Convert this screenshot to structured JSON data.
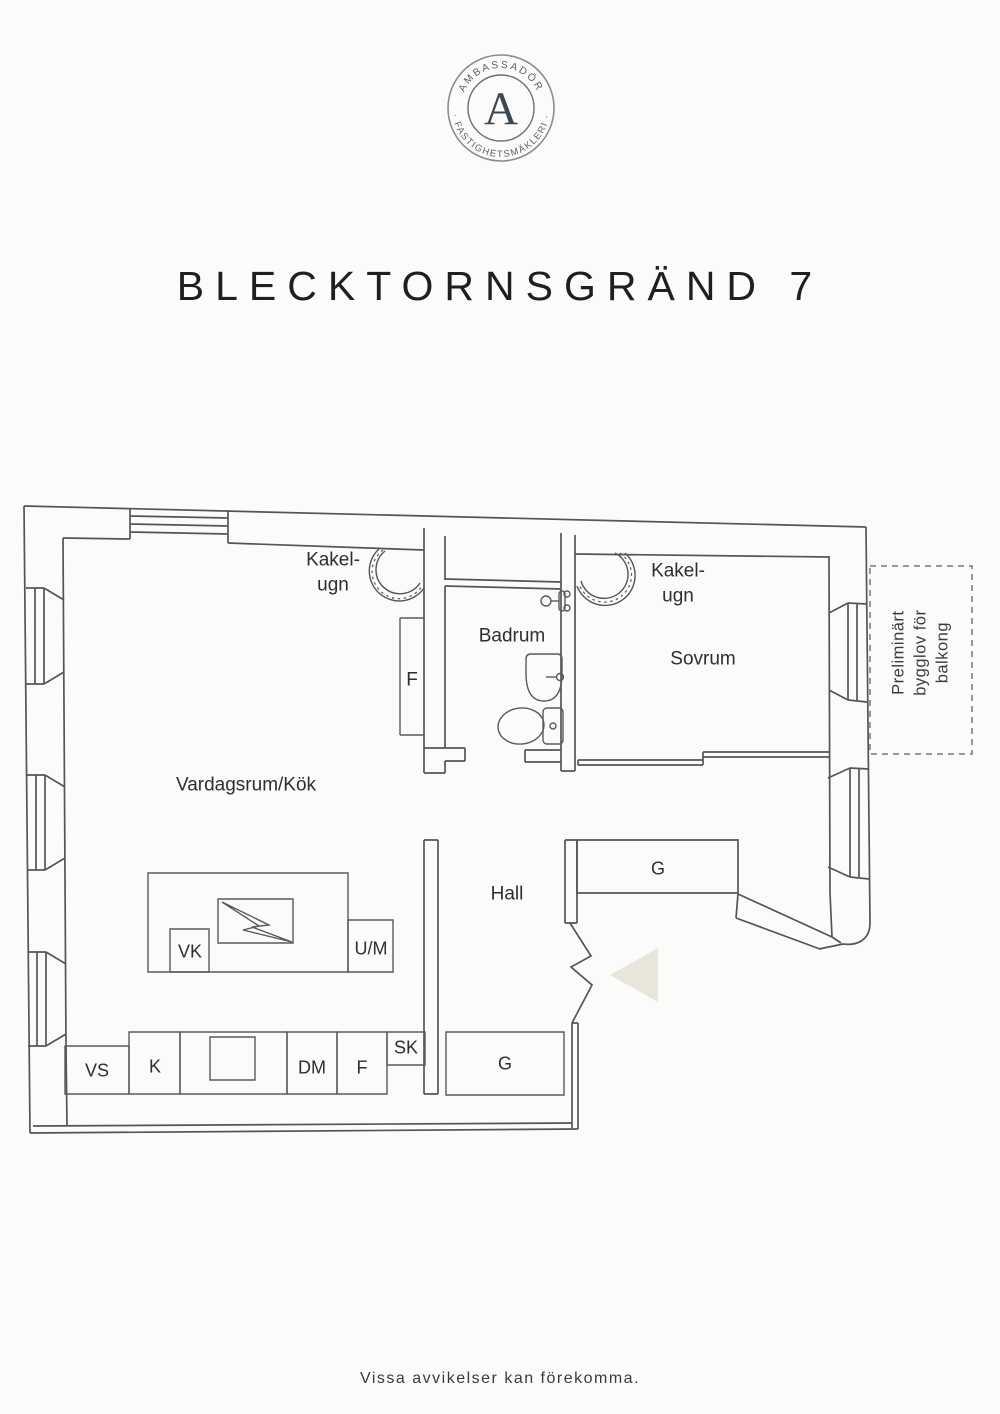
{
  "logo": {
    "arc_top": "AMBASSADÖR",
    "arc_bottom": "· FASTIGHETSMÄKLERI ·",
    "monogram": "A"
  },
  "title": "BLECKTORNSGRÄND 7",
  "floorplan": {
    "rooms": {
      "vardagsrum": "Vardagsrum/Kök",
      "badrum": "Badrum",
      "sovrum": "Sovrum",
      "hall": "Hall",
      "kakelugn_left": "Kakel-\nugn",
      "kakelugn_right": "Kakel-\nugn"
    },
    "closets": {
      "f_tall": "F",
      "g_hall": "G",
      "g_entry": "G",
      "vk": "VK",
      "um": "U/M",
      "vs": "VS",
      "k": "K",
      "dm": "DM",
      "f_kitchen": "F",
      "sk": "SK"
    },
    "balcony_note": "Preliminärt\nbygglov för\nbalkong",
    "colors": {
      "wall": "#555555",
      "fixture": "#5a5a5a",
      "arrow": "#e9e5da",
      "dashed": "#777777"
    }
  },
  "footer": "Vissa avvikelser kan förekomma."
}
